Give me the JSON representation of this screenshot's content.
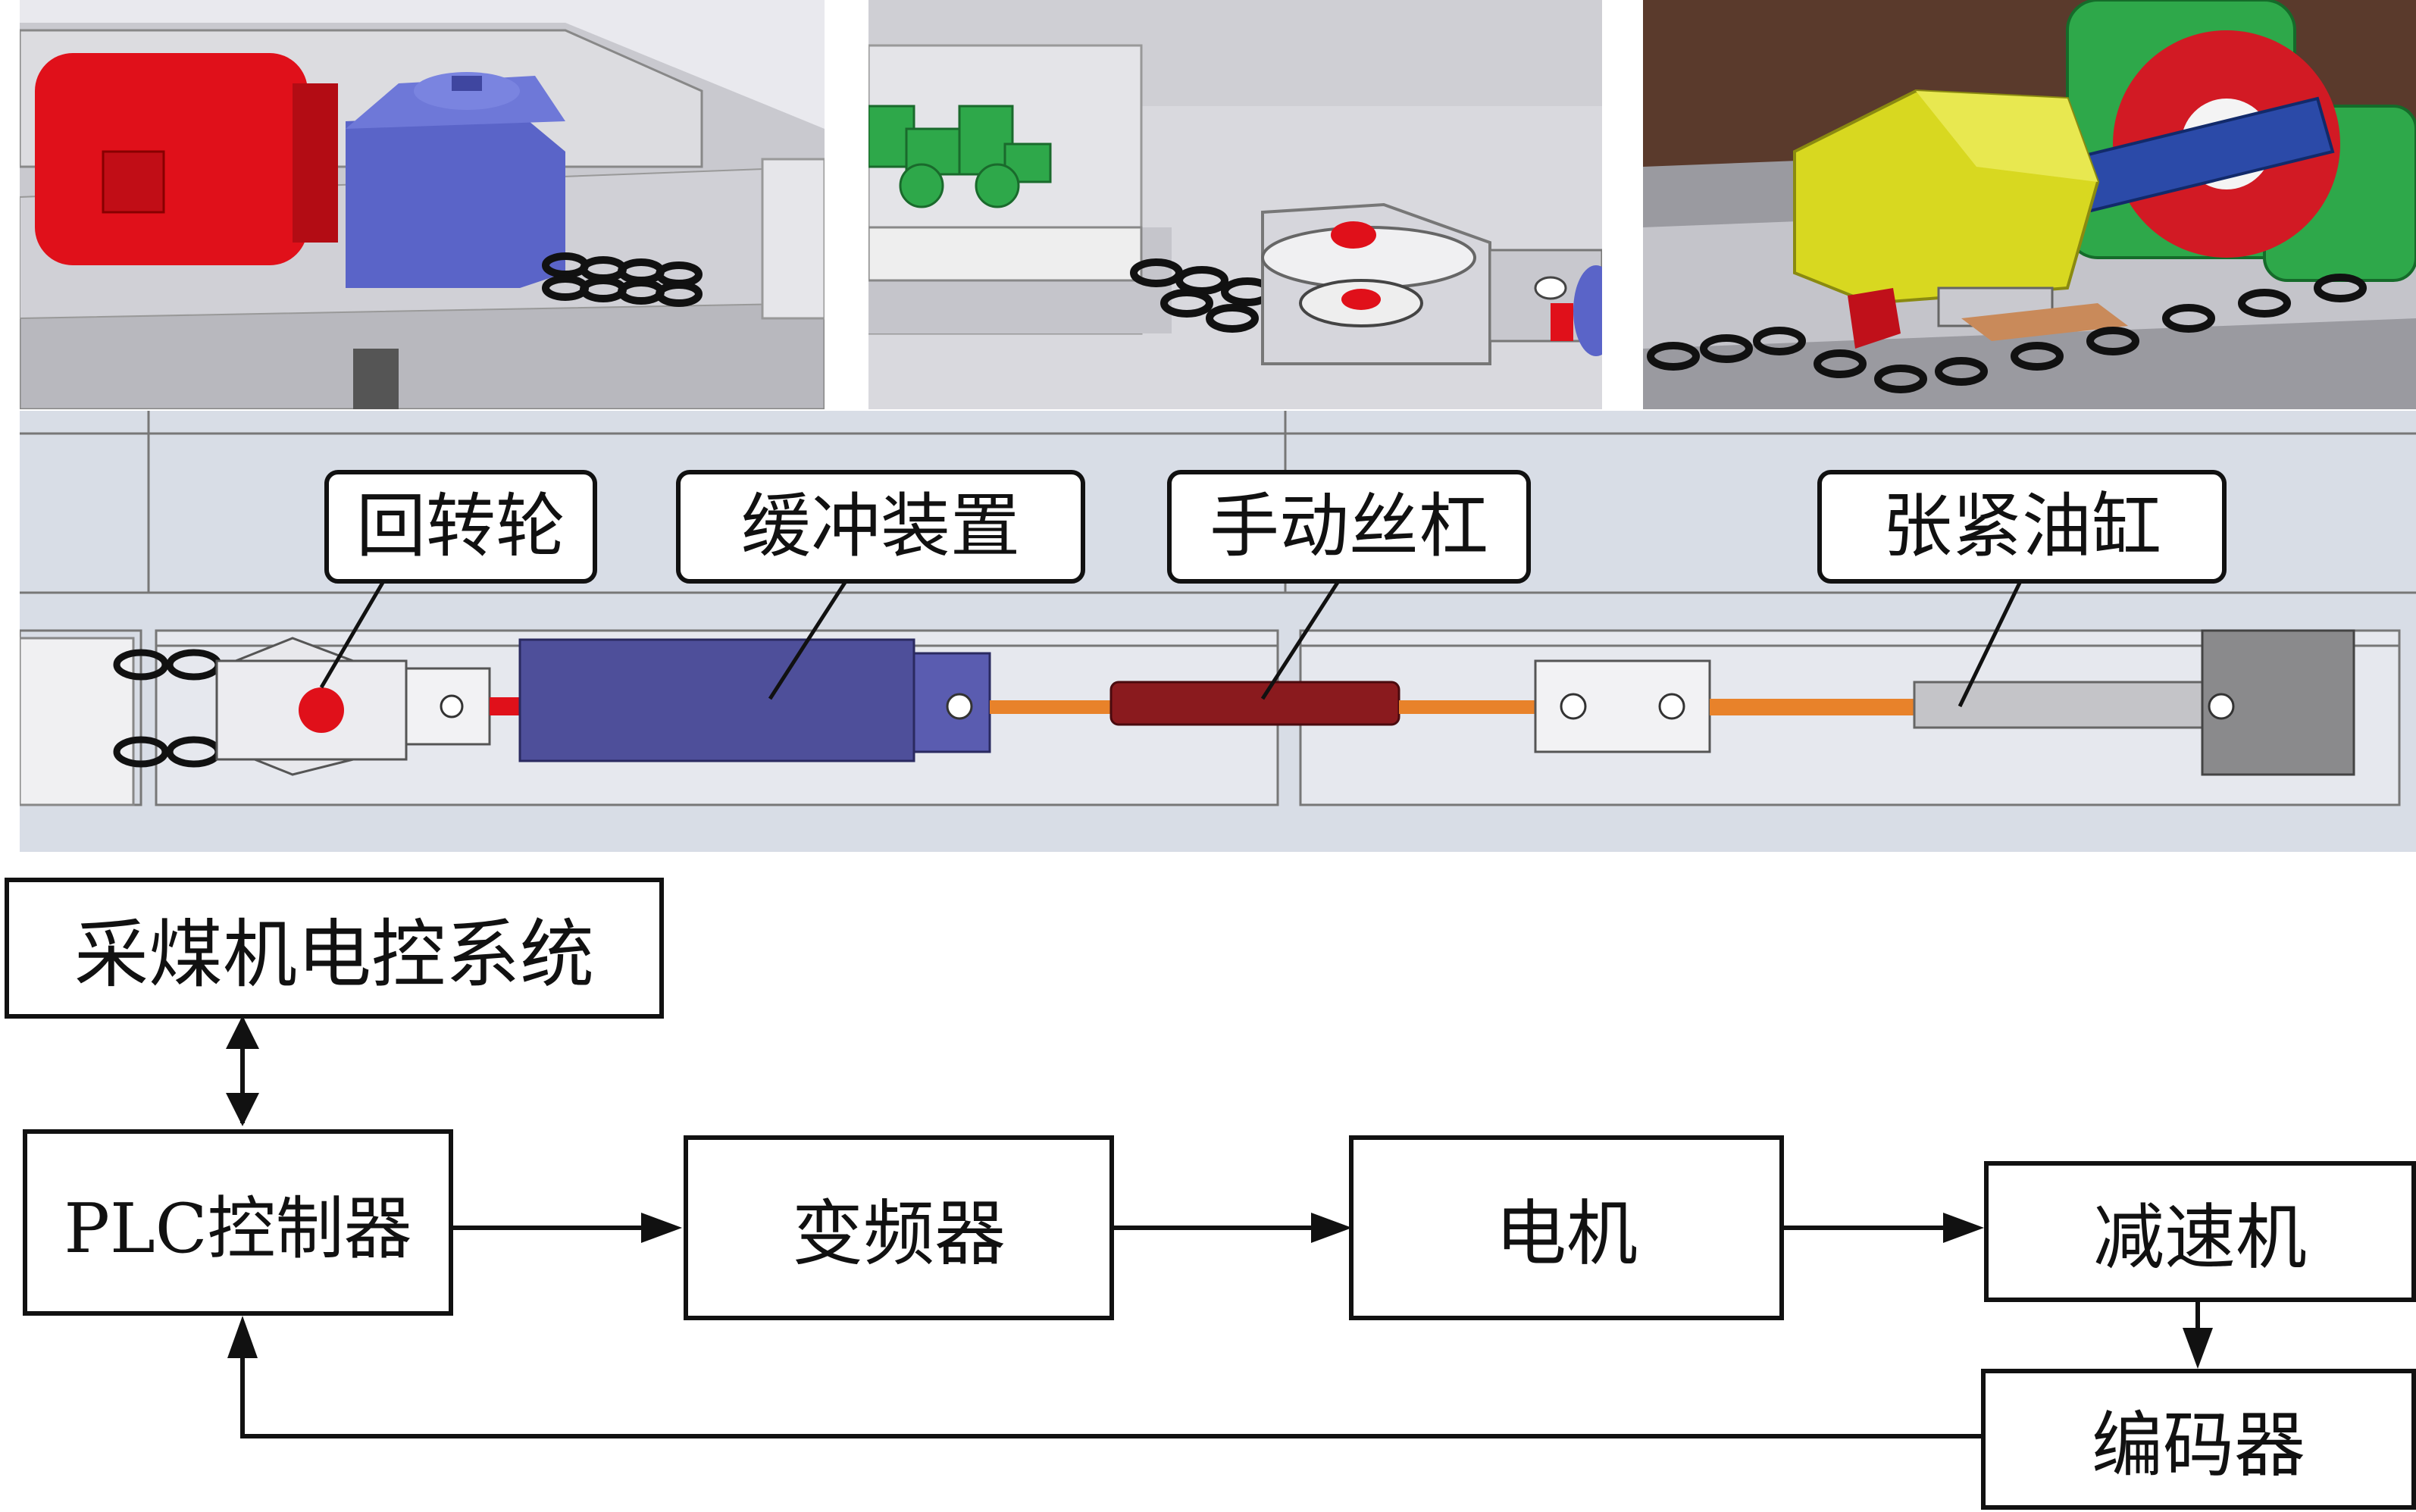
{
  "callouts": {
    "slewing_wheel": "回转轮",
    "buffer_device": "缓冲装置",
    "manual_screw": "手动丝杠",
    "tension_cylinder": "张紧油缸"
  },
  "blocks": {
    "shearer_control": "采煤机电控系统",
    "plc": "PLC控制器",
    "inverter": "变频器",
    "motor": "电机",
    "reducer": "减速机",
    "encoder": "编码器"
  },
  "colors": {
    "motor_red": "#e0101a",
    "gearbox_blue": "#5a64c8",
    "guide_green": "#2ea84a",
    "shearer_yellow": "#d8d820",
    "buffer_navy": "#4e4f9a",
    "screw_darkred": "#8a1a1e",
    "rod_orange": "#e8822a",
    "panel_bg": "#d8dde6",
    "line": "#111111"
  },
  "icons": [
    "double-arrow-icon",
    "arrow-icon"
  ]
}
